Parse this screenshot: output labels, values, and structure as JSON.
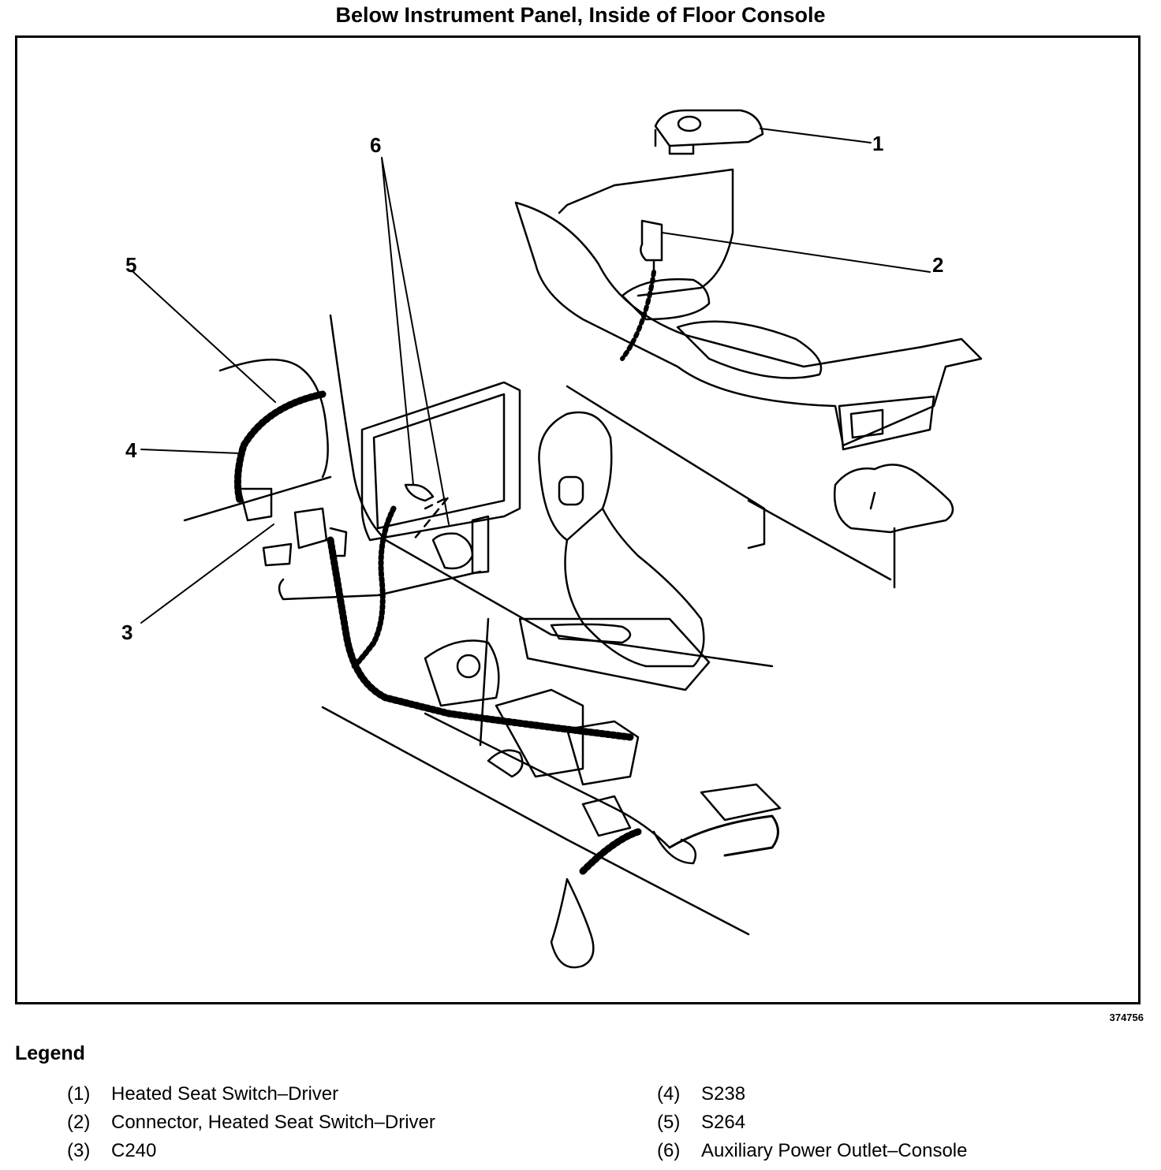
{
  "title": "Below Instrument Panel, Inside of Floor Console",
  "figure_id": "374756",
  "callouts": [
    "1",
    "2",
    "3",
    "4",
    "5",
    "6"
  ],
  "legend": {
    "heading": "Legend",
    "items": [
      {
        "num": "(1)",
        "text": "Heated Seat Switch–Driver"
      },
      {
        "num": "(2)",
        "text": "Connector, Heated Seat Switch–Driver"
      },
      {
        "num": "(3)",
        "text": "C240"
      },
      {
        "num": "(4)",
        "text": "S238"
      },
      {
        "num": "(5)",
        "text": "S264"
      },
      {
        "num": "(6)",
        "text": "Auxiliary Power Outlet–Console"
      }
    ]
  }
}
